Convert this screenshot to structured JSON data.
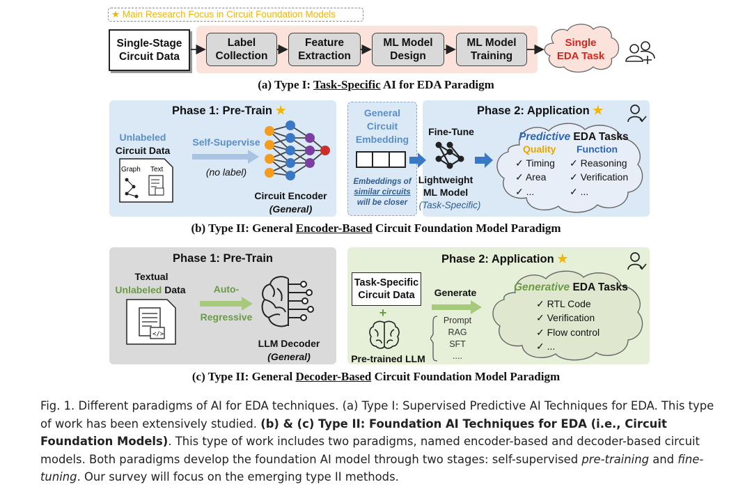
{
  "legend": {
    "star": "★",
    "text": "Main Research Focus in Circuit Foundation Models"
  },
  "type1": {
    "input": "Single-Stage Circuit Data",
    "steps": [
      "Label Collection",
      "Feature Extraction",
      "ML Model Design",
      "ML Model Training"
    ],
    "output": "Single EDA Task",
    "caption_pre": "(a) Type I: ",
    "caption_u": "Task-Specific",
    "caption_post": " AI for EDA Paradigm"
  },
  "type2a": {
    "phase1": "Phase 1: Pre-Train",
    "unlabeled": "Unlabeled",
    "circuit_data": "Circuit Data",
    "graph": "Graph",
    "text": "Text",
    "self_supervise": "Self-Supervise",
    "no_label": "(no label)",
    "encoder": "Circuit Encoder",
    "encoder_sub": "(General)",
    "embedding_title": "General Circuit Embedding",
    "embedding_note_1": "Embeddings of",
    "embedding_note_2": "similar circuits",
    "embedding_note_3": "will be closer",
    "phase2": "Phase 2: Application",
    "fine_tune": "Fine-Tune",
    "lightweight": "Lightweight ML Model",
    "lightweight_sub": "(Task-Specific)",
    "tasks_title_i": "Predictive",
    "tasks_title_b": "EDA Tasks",
    "quality": "Quality",
    "function": "Function",
    "q_items": [
      "✓ Timing",
      "✓ Area",
      "✓ ..."
    ],
    "f_items": [
      "✓ Reasoning",
      "✓ Verification",
      "✓ ..."
    ],
    "caption_pre": "(b) Type II: General ",
    "caption_u": "Encoder-Based",
    "caption_post": " Circuit Foundation Model Paradigm"
  },
  "type2b": {
    "phase1": "Phase 1: Pre-Train",
    "textual": "Textual",
    "unlabeled": "Unlabeled",
    "data": "Data",
    "auto": "Auto-",
    "regressive": "Regressive",
    "decoder": "LLM Decoder",
    "decoder_sub": "(General)",
    "phase2": "Phase 2: Application",
    "task_specific": "Task-Specific Circuit Data",
    "plus": "+",
    "pretrained": "Pre-trained LLM",
    "generate": "Generate",
    "methods": [
      "Prompt",
      "RAG",
      "SFT",
      "...."
    ],
    "tasks_title_i": "Generative",
    "tasks_title_b": "EDA Tasks",
    "items": [
      "✓ RTL Code",
      "✓ Verification",
      "✓ Flow control",
      "✓ ..."
    ],
    "caption_pre": "(c) Type II: General ",
    "caption_u": "Decoder-Based",
    "caption_post": " Circuit Foundation Model Paradigm"
  },
  "figure_caption": {
    "p1": "Fig. 1.  Different paradigms of AI for EDA techniques. (a) Type I: Supervised Predictive AI Techniques for EDA. This type of work has been extensively studied. ",
    "b1": "(b) & (c) Type II: Foundation AI Techniques for EDA (i.e., Circuit Foundation Models)",
    "p2": ". This type of work includes two paradigms, named encoder-based and decoder-based circuit models. Both paradigms develop the foundation AI model through two stages: self-supervised ",
    "i1": "pre-training",
    "p3": " and ",
    "i2": "fine-tuning",
    "p4": ". Our survey will focus on the emerging type II methods."
  },
  "colors": {
    "star": "#f2b600",
    "blue_panel": "#dbe8f5",
    "gray_panel": "#dadada",
    "green_panel": "#e6efd8",
    "pink": "#fbe3dc",
    "red_text": "#d9251d"
  }
}
